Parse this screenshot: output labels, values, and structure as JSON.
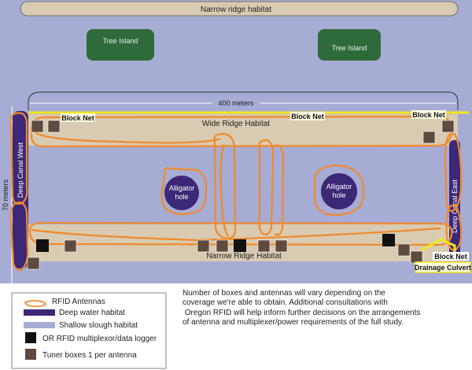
{
  "labels": {
    "narrow_ridge_top": "Narrow ridge habitat",
    "tree_island_left": "Tree Island",
    "tree_island_right": "Tree Island",
    "distance_400": "400 meters",
    "distance_70": "70 meters",
    "wide_ridge": "Wide Ridge Habitat",
    "narrow_ridge_bottom": "Narrow Ridge Habitat",
    "deep_canal_west": "Deep Canal West",
    "deep_canal_east": "Deep Canal East",
    "alligator_hole_left": "Alligator hole",
    "alligator_hole_right": "Alligator hole",
    "block_net_left": "Block Net",
    "block_net_center": "Block Net",
    "block_net_right": "Block Net",
    "block_net_lower": "Block Net",
    "drainage_culvert": "Drainage Culvert"
  },
  "legend": {
    "items": [
      {
        "label": "RFID Antennas",
        "icon": "antenna-loop-icon"
      },
      {
        "label": "Deep water habitat",
        "icon": "deep-water-swatch"
      },
      {
        "label": "Shallow slough habitat",
        "icon": "shallow-slough-swatch"
      },
      {
        "label": "OR RFID multiplexor/data logger",
        "icon": "data-logger-swatch"
      },
      {
        "label": "Tuner boxes 1 per antenna",
        "icon": "tuner-box-swatch"
      }
    ]
  },
  "note": {
    "lines": [
      "Number of boxes and antennas will vary depending on the",
      "coverage we're able to obtain. Additional consultations with",
      " Oregon RFID will help inform further decisions on the arrangements",
      "of antenna and multiplexer/power requirements of the full study."
    ]
  },
  "colors": {
    "slough": "#a7acd4",
    "ridge": "#d8cbb1",
    "tree_island": "#2f6b3a",
    "deep_water": "#3c2876",
    "antenna": "#f08a2c",
    "block_net": "#f4e81c",
    "tuner_box": "#5e4a3e",
    "logger": "#111111"
  }
}
